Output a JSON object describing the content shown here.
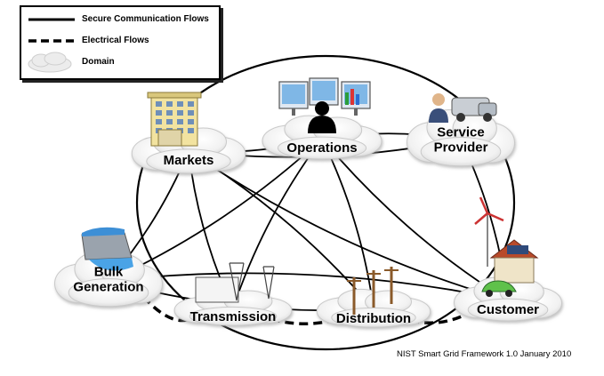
{
  "legend": {
    "items": [
      {
        "label": "Secure Communication Flows",
        "style": "solid"
      },
      {
        "label": "Electrical Flows",
        "style": "dashed"
      },
      {
        "label": "Domain",
        "style": "cloud"
      }
    ]
  },
  "domains": [
    {
      "id": "markets",
      "label_lines": [
        "Markets"
      ]
    },
    {
      "id": "operations",
      "label_lines": [
        "Operations"
      ]
    },
    {
      "id": "service_provider",
      "label_lines": [
        "Service",
        "Provider"
      ]
    },
    {
      "id": "bulk_generation",
      "label_lines": [
        "Bulk",
        "Generation"
      ]
    },
    {
      "id": "transmission",
      "label_lines": [
        "Transmission"
      ]
    },
    {
      "id": "distribution",
      "label_lines": [
        "Distribution"
      ]
    },
    {
      "id": "customer",
      "label_lines": [
        "Customer"
      ]
    }
  ],
  "communication_flows": [
    [
      "markets",
      "operations"
    ],
    [
      "operations",
      "service_provider"
    ],
    [
      "markets",
      "service_provider"
    ],
    [
      "markets",
      "bulk_generation"
    ],
    [
      "markets",
      "transmission"
    ],
    [
      "markets",
      "distribution"
    ],
    [
      "markets",
      "customer"
    ],
    [
      "operations",
      "bulk_generation"
    ],
    [
      "operations",
      "transmission"
    ],
    [
      "operations",
      "distribution"
    ],
    [
      "operations",
      "customer"
    ],
    [
      "service_provider",
      "customer"
    ],
    [
      "bulk_generation",
      "distribution"
    ],
    [
      "bulk_generation",
      "customer"
    ]
  ],
  "electrical_flows": [
    [
      "bulk_generation",
      "transmission"
    ],
    [
      "transmission",
      "distribution"
    ],
    [
      "distribution",
      "customer"
    ]
  ],
  "footer": "NIST Smart Grid Framework 1.0 January 2010"
}
